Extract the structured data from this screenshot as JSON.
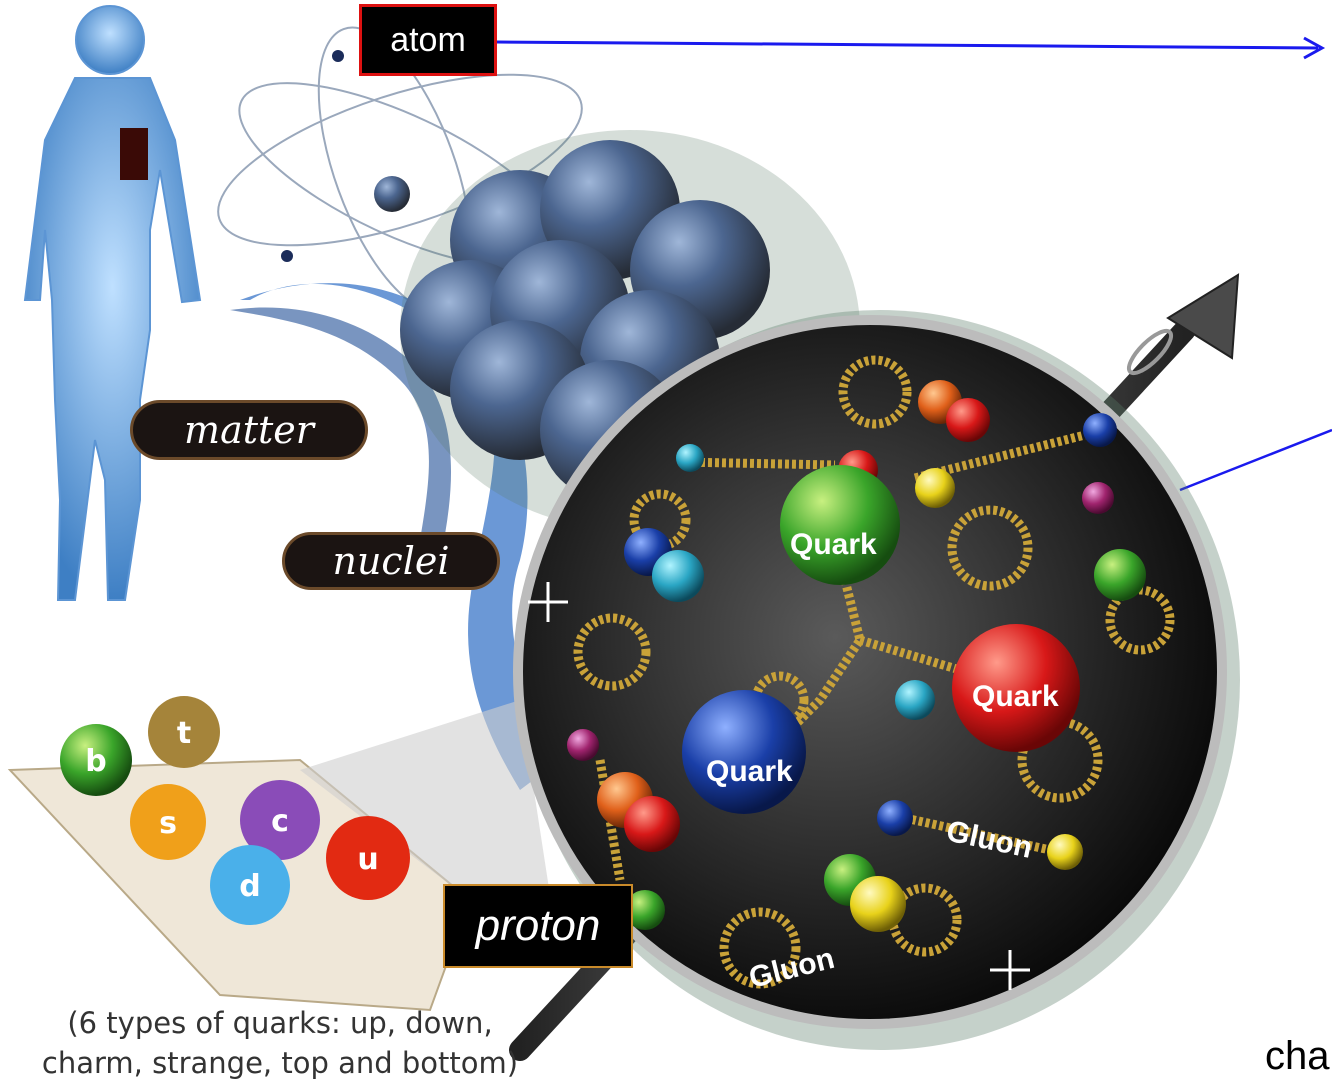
{
  "labels": {
    "atom": "atom",
    "matter": "matter",
    "nuclei": "nuclei",
    "proton": "proton"
  },
  "quark_balls": [
    "b",
    "t",
    "s",
    "c",
    "d",
    "u"
  ],
  "proton_parts": {
    "quark_top": "Quark",
    "quark_right": "Quark",
    "quark_left": "Quark",
    "gluon_right": "Gluon",
    "gluon_bottom": "Gluon"
  },
  "caption": {
    "line1": "(6 types of quarks: up, down,",
    "line2": "charm, strange, top and bottom)"
  },
  "cut_text": "cha",
  "colors": {
    "arrow": "#1a1aee",
    "label_bg": "#000000",
    "atom_border": "#dd1111",
    "proton_border": "#c98a2a",
    "quark_green": "#3aa52a",
    "quark_red": "#d81818",
    "quark_blue": "#1a3fa8",
    "gluon_gold": "#c9a238"
  }
}
